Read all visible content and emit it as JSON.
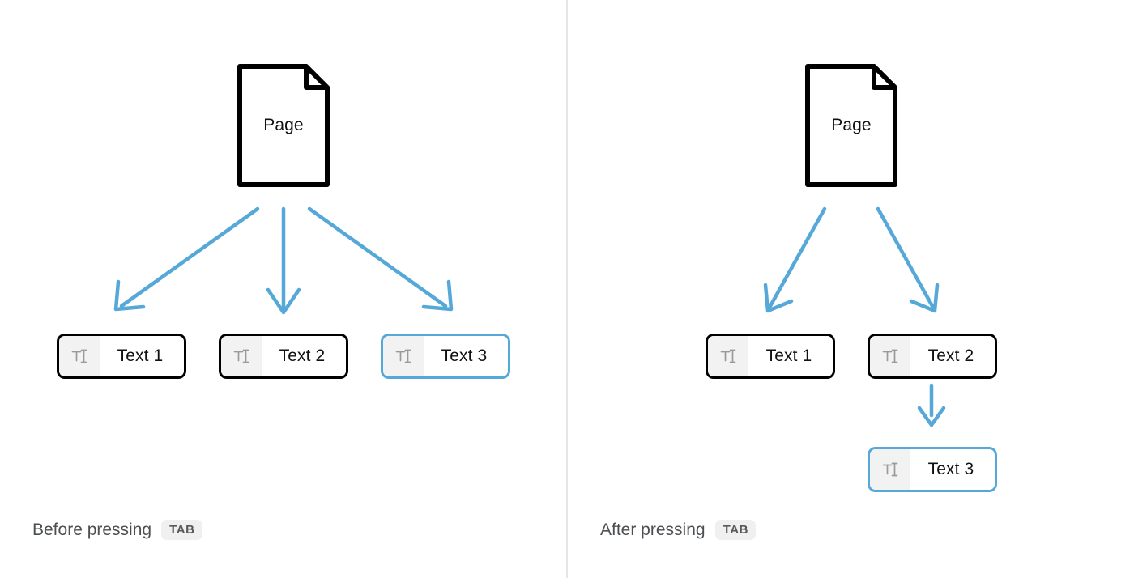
{
  "theme": {
    "accent_blue": "#55a8d8",
    "node_border": "#000000",
    "icon_cell_bg": "#f2f2f2",
    "divider": "#e4e6e8",
    "text_color": "#111111",
    "caption_color": "#4c4f52",
    "kbd_bg": "#f0f0f0",
    "kbd_color": "#59595b",
    "page_bg": "#ffffff"
  },
  "panels": [
    {
      "id": "before",
      "caption": {
        "text": "Before pressing",
        "key": "TAB"
      },
      "page": {
        "label": "Page"
      },
      "fields": [
        {
          "label": "Text 1",
          "icon": "text-cursor-icon",
          "selected": false
        },
        {
          "label": "Text 2",
          "icon": "text-cursor-icon",
          "selected": false
        },
        {
          "label": "Text 3",
          "icon": "text-cursor-icon",
          "selected": true
        }
      ]
    },
    {
      "id": "after",
      "caption": {
        "text": "After pressing",
        "key": "TAB"
      },
      "page": {
        "label": "Page"
      },
      "fields": [
        {
          "label": "Text 1",
          "icon": "text-cursor-icon",
          "selected": false
        },
        {
          "label": "Text 2",
          "icon": "text-cursor-icon",
          "selected": false
        },
        {
          "label": "Text 3",
          "icon": "text-cursor-icon",
          "selected": true
        }
      ]
    }
  ]
}
